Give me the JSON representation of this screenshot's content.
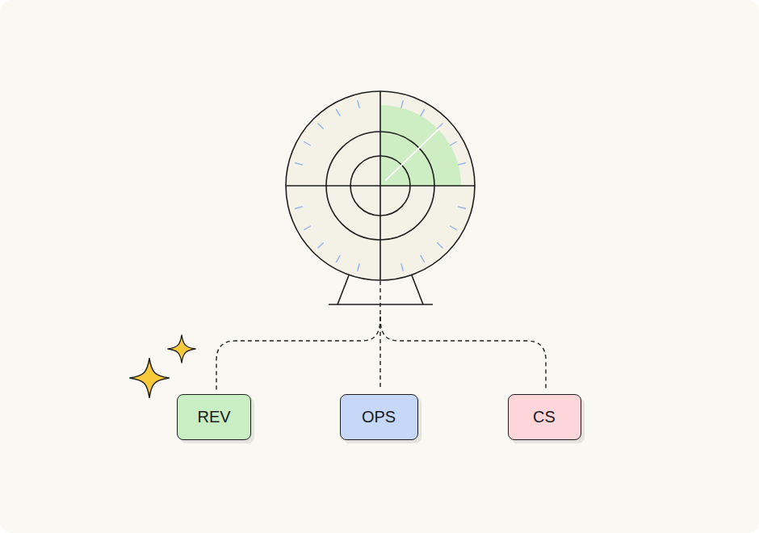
{
  "diagram": {
    "nodes": [
      {
        "text": [
          "REV"
        ]
      },
      {
        "text": [
          "OPS"
        ]
      },
      {
        "text": [
          "CS"
        ]
      }
    ]
  }
}
